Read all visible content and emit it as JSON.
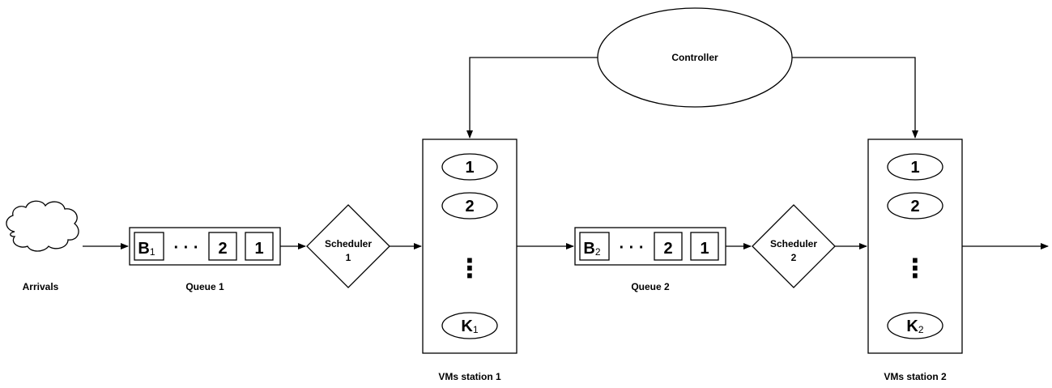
{
  "arrivals": {
    "label": "Arrivals"
  },
  "controller": {
    "label": "Controller"
  },
  "queue1": {
    "label": "Queue 1",
    "items": [
      {
        "main": "B",
        "sub": "1"
      },
      {
        "main": "2",
        "sub": ""
      },
      {
        "main": "1",
        "sub": ""
      }
    ],
    "ellipsis": "· · ·"
  },
  "queue2": {
    "label": "Queue 2",
    "items": [
      {
        "main": "B",
        "sub": "2"
      },
      {
        "main": "2",
        "sub": ""
      },
      {
        "main": "1",
        "sub": ""
      }
    ],
    "ellipsis": "· · ·"
  },
  "scheduler1": {
    "line1": "Scheduler",
    "line2": "1"
  },
  "scheduler2": {
    "line1": "Scheduler",
    "line2": "2"
  },
  "station1": {
    "label": "VMs station 1",
    "vms": [
      {
        "main": "1",
        "sub": ""
      },
      {
        "main": "2",
        "sub": ""
      },
      {
        "main": "K",
        "sub": "1"
      }
    ],
    "vdots": "⋮"
  },
  "station2": {
    "label": "VMs station 2",
    "vms": [
      {
        "main": "1",
        "sub": ""
      },
      {
        "main": "2",
        "sub": ""
      },
      {
        "main": "K",
        "sub": "2"
      }
    ],
    "vdots": "⋮"
  }
}
